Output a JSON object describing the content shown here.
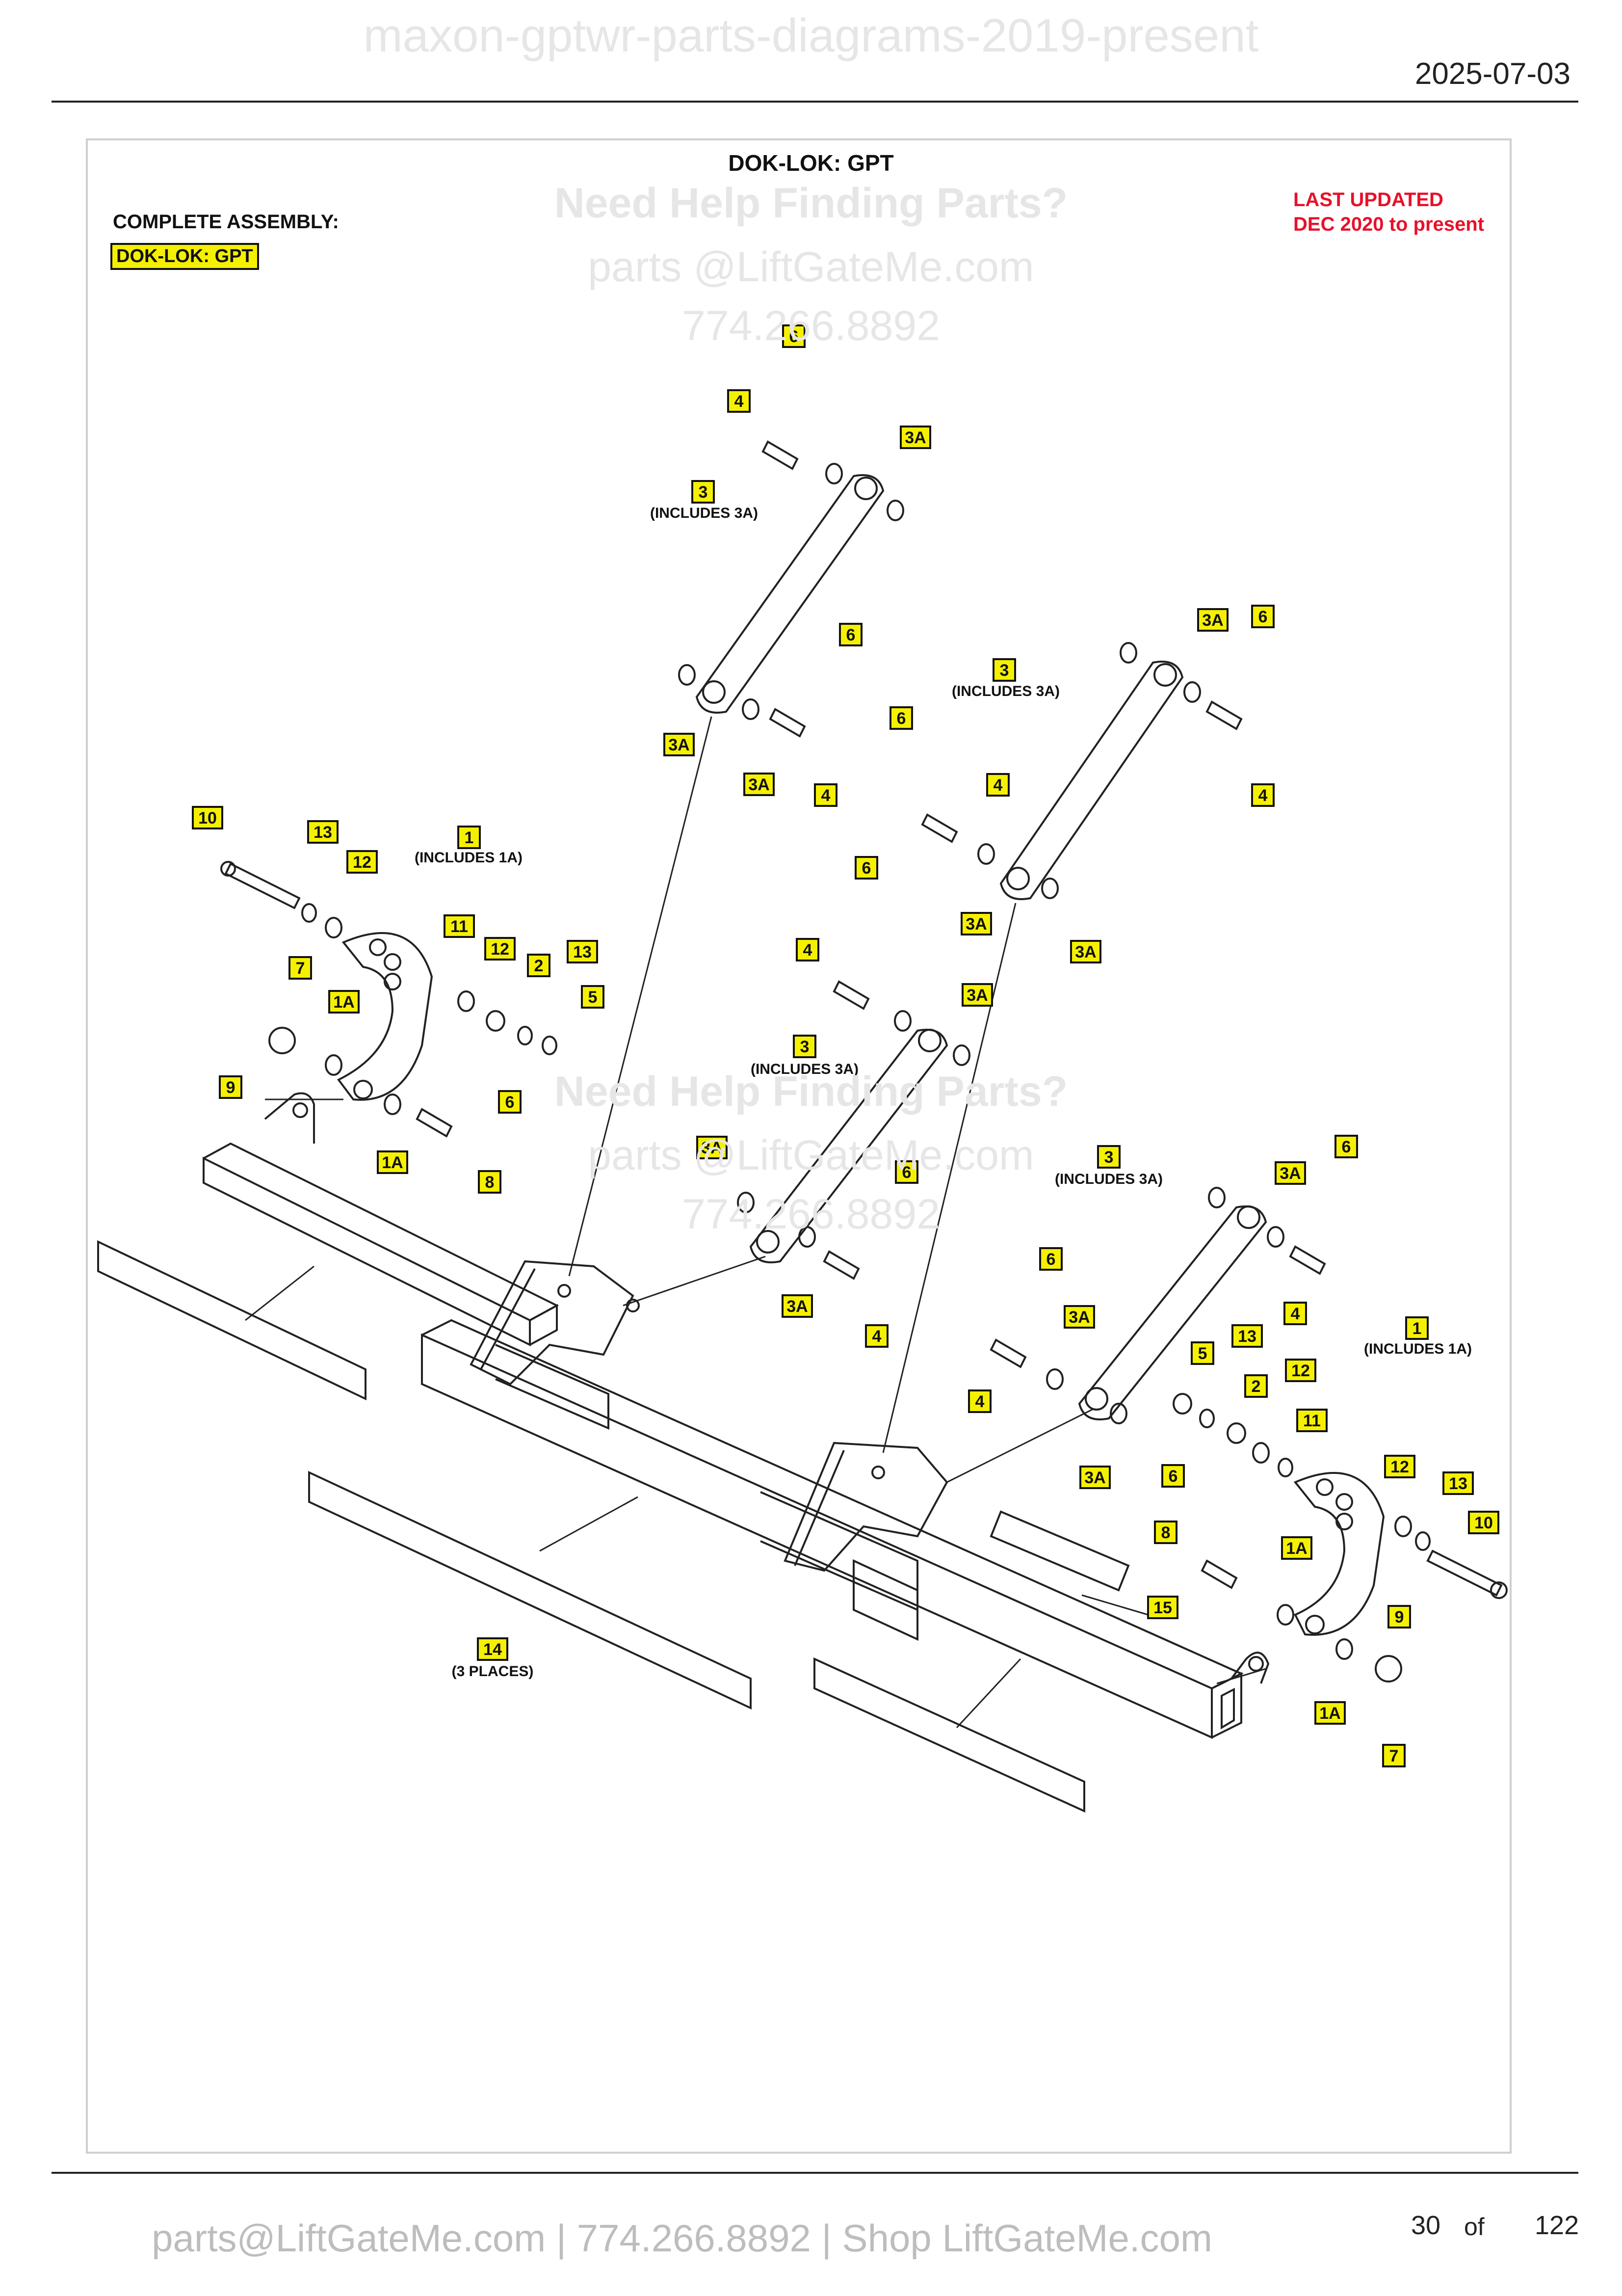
{
  "header": {
    "watermark_title": "maxon-gptwr-parts-diagrams-2019-present",
    "date": "2025-07-03"
  },
  "diagram": {
    "title": "DOK-LOK: GPT",
    "complete_assembly_label": "COMPLETE ASSEMBLY:",
    "assembly_name": "DOK-LOK: GPT",
    "last_updated_line1": "LAST UPDATED",
    "last_updated_line2": "DEC 2020 to present",
    "watermark": {
      "line1": "Need Help Finding Parts?",
      "line2": "parts @LiftGateMe.com",
      "line3": "774.266.8892"
    },
    "notes": {
      "includes_3a": "(INCLUDES 3A)",
      "includes_1a": "(INCLUDES 1A)",
      "three_places": "(3 PLACES)"
    },
    "callouts": [
      {
        "id": "c1",
        "label": "6"
      },
      {
        "id": "c2",
        "label": "4"
      },
      {
        "id": "c3",
        "label": "3A"
      },
      {
        "id": "c4",
        "label": "3"
      },
      {
        "id": "c5",
        "label": "6"
      },
      {
        "id": "c6",
        "label": "3A"
      },
      {
        "id": "c7",
        "label": "3A"
      },
      {
        "id": "c8",
        "label": "4"
      },
      {
        "id": "c9",
        "label": "3A"
      },
      {
        "id": "c10",
        "label": "6"
      },
      {
        "id": "c11",
        "label": "3"
      },
      {
        "id": "c12",
        "label": "6"
      },
      {
        "id": "c13",
        "label": "4"
      },
      {
        "id": "c14",
        "label": "4"
      },
      {
        "id": "c15",
        "label": "3A"
      },
      {
        "id": "c16",
        "label": "3A"
      },
      {
        "id": "c17",
        "label": "10"
      },
      {
        "id": "c18",
        "label": "13"
      },
      {
        "id": "c19",
        "label": "12"
      },
      {
        "id": "c20",
        "label": "1"
      },
      {
        "id": "c21",
        "label": "11"
      },
      {
        "id": "c22",
        "label": "12"
      },
      {
        "id": "c23",
        "label": "13"
      },
      {
        "id": "c24",
        "label": "2"
      },
      {
        "id": "c25",
        "label": "5"
      },
      {
        "id": "c26",
        "label": "7"
      },
      {
        "id": "c27",
        "label": "1A"
      },
      {
        "id": "c28",
        "label": "9"
      },
      {
        "id": "c29",
        "label": "6"
      },
      {
        "id": "c30",
        "label": "1A"
      },
      {
        "id": "c31",
        "label": "8"
      },
      {
        "id": "c32",
        "label": "6"
      },
      {
        "id": "c33",
        "label": "4"
      },
      {
        "id": "c34",
        "label": "3A"
      },
      {
        "id": "c35",
        "label": "3"
      },
      {
        "id": "c36",
        "label": "3A"
      },
      {
        "id": "c37",
        "label": "6"
      },
      {
        "id": "c38",
        "label": "3A"
      },
      {
        "id": "c39",
        "label": "4"
      },
      {
        "id": "c40",
        "label": "3"
      },
      {
        "id": "c41",
        "label": "3A"
      },
      {
        "id": "c42",
        "label": "6"
      },
      {
        "id": "c43",
        "label": "4"
      },
      {
        "id": "c44",
        "label": "6"
      },
      {
        "id": "c45",
        "label": "3A"
      },
      {
        "id": "c46",
        "label": "4"
      },
      {
        "id": "c47",
        "label": "3A"
      },
      {
        "id": "c48",
        "label": "1"
      },
      {
        "id": "c49",
        "label": "5"
      },
      {
        "id": "c50",
        "label": "13"
      },
      {
        "id": "c51",
        "label": "2"
      },
      {
        "id": "c52",
        "label": "12"
      },
      {
        "id": "c53",
        "label": "11"
      },
      {
        "id": "c54",
        "label": "12"
      },
      {
        "id": "c55",
        "label": "13"
      },
      {
        "id": "c56",
        "label": "10"
      },
      {
        "id": "c57",
        "label": "6"
      },
      {
        "id": "c58",
        "label": "8"
      },
      {
        "id": "c59",
        "label": "1A"
      },
      {
        "id": "c60",
        "label": "15"
      },
      {
        "id": "c61",
        "label": "9"
      },
      {
        "id": "c62",
        "label": "1A"
      },
      {
        "id": "c63",
        "label": "7"
      },
      {
        "id": "c64",
        "label": "14"
      }
    ]
  },
  "footer": {
    "contact": "parts@LiftGateMe.com | 774.266.8892 | Shop LiftGateMe.com",
    "page_current": "30",
    "page_of": "of",
    "page_total": "122"
  }
}
